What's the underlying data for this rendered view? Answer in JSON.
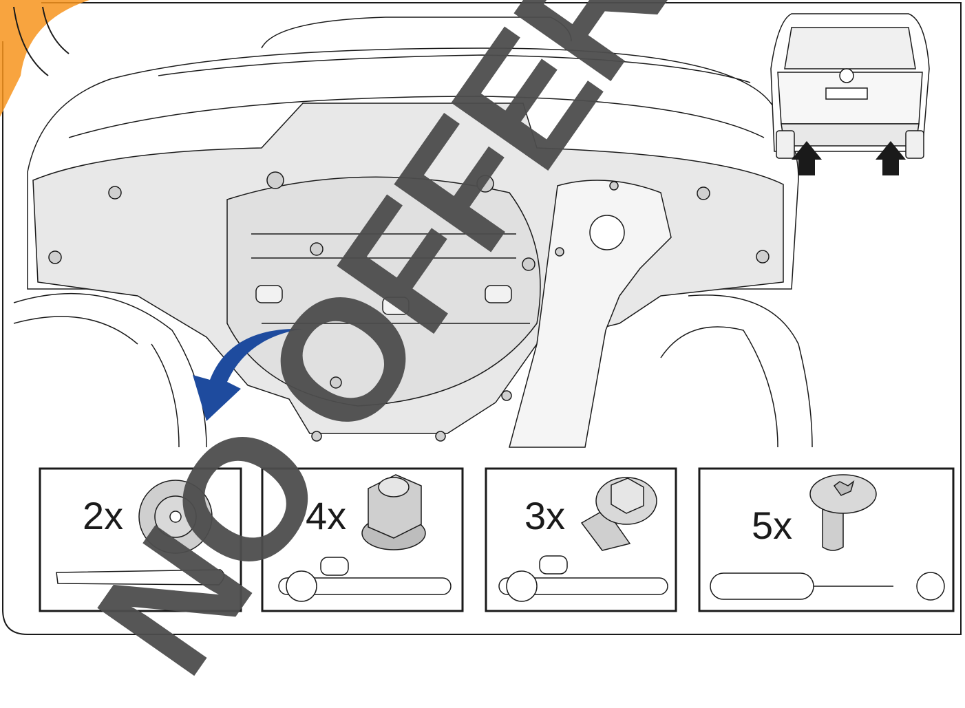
{
  "colors": {
    "line": "#1a1a1a",
    "panel_fill": "#e8e8e8",
    "part_fill": "#cfcfcf",
    "arrow_blue": "#1e4b9e",
    "corner_orange": "#f7941d",
    "watermark": "#4d4d4d"
  },
  "watermark": "NO OFFER",
  "hardware_boxes": [
    {
      "quantity": "2x",
      "part_icon": "clip-rivet-icon",
      "tool_icon": "trim-removal-tool-icon"
    },
    {
      "quantity": "4x",
      "part_icon": "flange-nut-icon",
      "tool_icon": "ratchet-socket-icon"
    },
    {
      "quantity": "3x",
      "part_icon": "hex-flange-bolt-icon",
      "tool_icon": "ratchet-socket-icon"
    },
    {
      "quantity": "5x",
      "part_icon": "torx-screw-icon",
      "tool_icon": "torx-screwdriver-icon"
    }
  ],
  "icons": {
    "detail": "rear-underbody-panel-icon",
    "inset": "van-rear-view-icon",
    "direction": "curved-arrow-icon",
    "push_arrows": "up-arrow-icon"
  }
}
